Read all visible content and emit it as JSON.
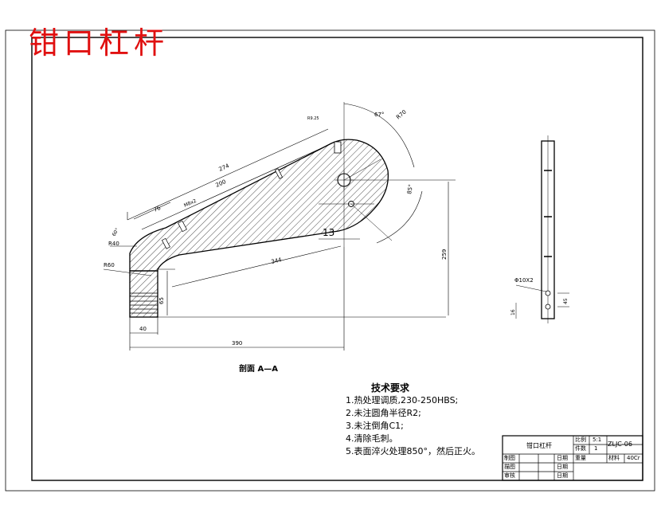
{
  "title": "钳口杠杆",
  "view_label": "剖面 A—A",
  "dims": {
    "len_274": "274",
    "len_200": "200",
    "len_76": "76",
    "thread": "M8x2",
    "len_390": "390",
    "len_40": "40",
    "len_344": "344",
    "len_259": "259",
    "len_65": "65",
    "len_13": "13",
    "r_40": "R40",
    "r_60": "R60",
    "r_70": "R70",
    "angle_67": "67°",
    "angle_85": "85°",
    "angle_60": "60°",
    "small_r": "R9.25",
    "hole_d": "Φ10X2",
    "side_45": "45",
    "side_16": "16"
  },
  "tech_req": {
    "title": "技术要求",
    "items": [
      "1.热处理调质,230-250HBS;",
      "2.未注圆角半径R2;",
      "3.未注倒角C1;",
      "4.清除毛刺。",
      "5.表面淬火处理850°，然后正火。"
    ]
  },
  "title_block": {
    "part_name": "钳口杠杆",
    "scale_label": "比例",
    "scale_value": "5:1",
    "qty_label": "件数",
    "qty_value": "1",
    "weight_label": "重量",
    "drawing_no": "ZLJC-06",
    "material_label": "材料",
    "material_value": "40Cr",
    "draw_label": "制图",
    "design_label": "描图",
    "check_label": "审核",
    "date_label": "日期"
  }
}
